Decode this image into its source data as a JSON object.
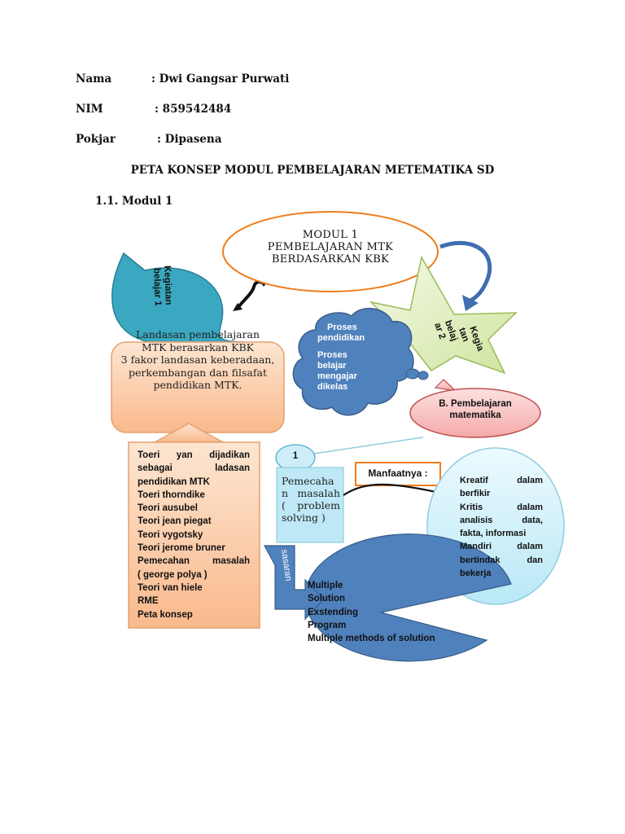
{
  "header": {
    "nama_label": "Nama",
    "nama_value": ": Dwi Gangsar Purwati",
    "nim_label": "NIM",
    "nim_value": ": 859542484",
    "pokjar_label": "Pokjar",
    "pokjar_value": ": Dipasena"
  },
  "title": "PETA KONSEP MODUL PEMBELAJARAN METEMATIKA SD",
  "section": "1.1. Modul 1",
  "map": {
    "modul": [
      "MODUL 1",
      "PEMBELAJARAN MTK",
      "BERDASARKAN KBK"
    ],
    "kegiatan1": [
      "Kegiatan",
      "belajar 1"
    ],
    "landasan": [
      "Landasan pembelajaran",
      "MTK berasarkan KBK",
      "3 fakor landasan keberadaan,",
      "perkembangan dan filsafat",
      "pendidikan MTK."
    ],
    "cloud": [
      "Proses",
      "pendidikan",
      "Proses",
      "belajar",
      "mengajar",
      "dikelas"
    ],
    "kegiatan2": [
      "Kegia",
      "tan",
      "belaj",
      "ar 2"
    ],
    "pembelajaran": [
      "B. Pembelajaran",
      "matematika"
    ],
    "teori": [
      "Toeri yan dijadikan",
      "sebagai ladasan",
      "pendidikan MTK",
      "Toeri thorndike",
      "Teori ausubel",
      "Teori jean piegat",
      "Teori vygotsky",
      "Teori jerome bruner",
      "Pemecahan masalah",
      "( george polya )",
      "Teori van hiele",
      "RME",
      "Peta konsep"
    ],
    "circle_one": "1",
    "pemecahan": [
      "Pemecaha",
      "n masalah",
      "( problem",
      "solving )"
    ],
    "manfaatnya": "Manfaatnya :",
    "kreatif": [
      "Kreatif dalam",
      "berfikir",
      "Kritis dalam",
      "analisis data,",
      "fakta, informasi",
      "Mandiri dalam",
      "bertindak dan",
      "bekerja"
    ],
    "sasaran": "sasaran",
    "multiple": [
      "Multiple",
      "Solution",
      "Exstending",
      "Program",
      "Multiple methods of solution"
    ]
  },
  "colors": {
    "teal": "#3aa8c0",
    "blue": "#4f81bd",
    "peach": "#fbc9a0",
    "green_light": "#e4f1c6",
    "pink": "#f8c6c6",
    "cyan_light": "#d4f2fb"
  }
}
